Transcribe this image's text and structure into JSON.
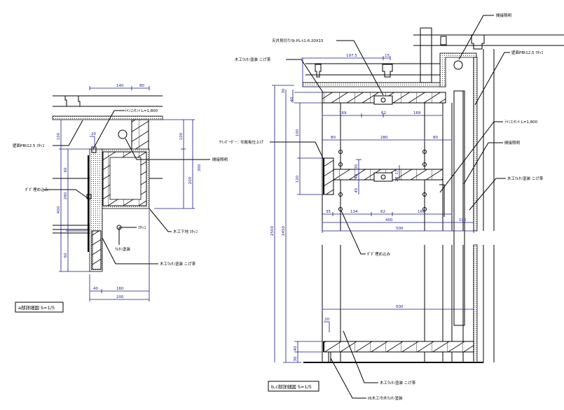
{
  "drawing_a": {
    "title": "a部詳細図 S=1/5",
    "labels": {
      "line_outlet": "ﾗｲﾝｺﾝｾﾝﾄ L=1,800",
      "wall_pb": "壁面PBt12.5 ｽﾀｯｺ",
      "dowel": "ﾀﾞﾎﾞ埋め込み",
      "indirect_light": "間接照明",
      "wood_base": "木工下地 ｽﾀｯｺ",
      "stucco": "ｽﾀｯｺ",
      "urethane": "ｳﾚﾀﾝ塗装",
      "wood_urethane": "木工ｳﾚﾀﾝ塗装 こげ茶"
    },
    "dims": [
      "140",
      "80",
      "100",
      "200",
      "300",
      "100",
      "400",
      "280",
      "60",
      "60",
      "20",
      "40",
      "160",
      "200"
    ]
  },
  "drawing_bc": {
    "title": "b,c部詳細図 S=1/5",
    "labels": {
      "ceiling_trim": "天井見切りSt.PL-t1.6 20X15",
      "wood_urethane_top": "木工ｳﾚﾀﾝ塗装 こげ茶",
      "indirect_light_top": "間接照明",
      "wall_pb": "壁面PBt12.5 ｽﾀｯｺ",
      "line_outlet": "ﾗｲﾝｺﾝｾﾝﾄ L=1,800",
      "indirect_light_mid": "間接照明",
      "sign_boarder": "ｻｲﾝﾎﾞｰﾀﾞｰ：化粧板仕上げ",
      "wood_urethane_mid": "木工ｳﾚﾀﾝ塗装 こげ茶",
      "dowel": "ﾀﾞﾎﾞ埋め込み",
      "wood_urethane_bottom": "木工ｳﾚﾀﾝ塗装 こげ茶",
      "baseboard": "t6木工巾木ｳﾚﾀﾝ塗装"
    },
    "dims": [
      "197.5",
      "15",
      "30",
      "40",
      "169",
      "62",
      "169",
      "100",
      "80",
      "280",
      "80",
      "120",
      "35",
      "40",
      "45",
      "17",
      "28",
      "35",
      "134",
      "62",
      "169",
      "400",
      "100",
      "500",
      "2500",
      "2450",
      "500",
      "20",
      "40",
      "30"
    ]
  },
  "colors": {
    "dimension": "#1a1a8c",
    "line": "#000000"
  }
}
